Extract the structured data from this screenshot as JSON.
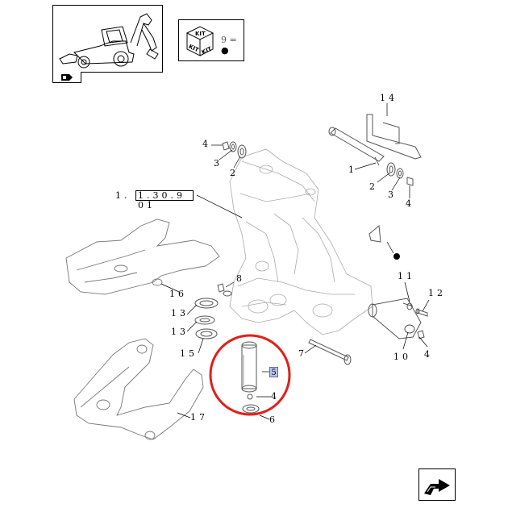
{
  "header": {
    "kit_icon_text": "KIT",
    "kit_note_prefix": "9 =",
    "kit_note_symbol": "●"
  },
  "reference": {
    "text": "1.30.9 01"
  },
  "callouts": {
    "c14": "14",
    "c1_top": "1",
    "c2_right": "2",
    "c3_right": "3",
    "c4_right": "4",
    "c4_topleft": "4",
    "c3_left": "3",
    "c2_left": "2",
    "c16": "16",
    "c8": "8",
    "c13a": "13",
    "c13b": "13",
    "c15": "15",
    "c11": "11",
    "c12": "12",
    "c10": "10",
    "c4_right_low": "4",
    "c7": "7",
    "c5": "5",
    "c4_center": "4",
    "c6": "6",
    "c17": "17"
  },
  "colors": {
    "highlight_circle": "#e0201b",
    "highlight_badge": "#b7c3ee",
    "line": "#000000",
    "part_line": "#555555"
  },
  "icons": {
    "header_machine": "backhoe-loader-icon",
    "header_small": "arrow-bookmark-icon",
    "kit": "kit-cube-icon",
    "nav": "next-page-arrow-icon"
  }
}
